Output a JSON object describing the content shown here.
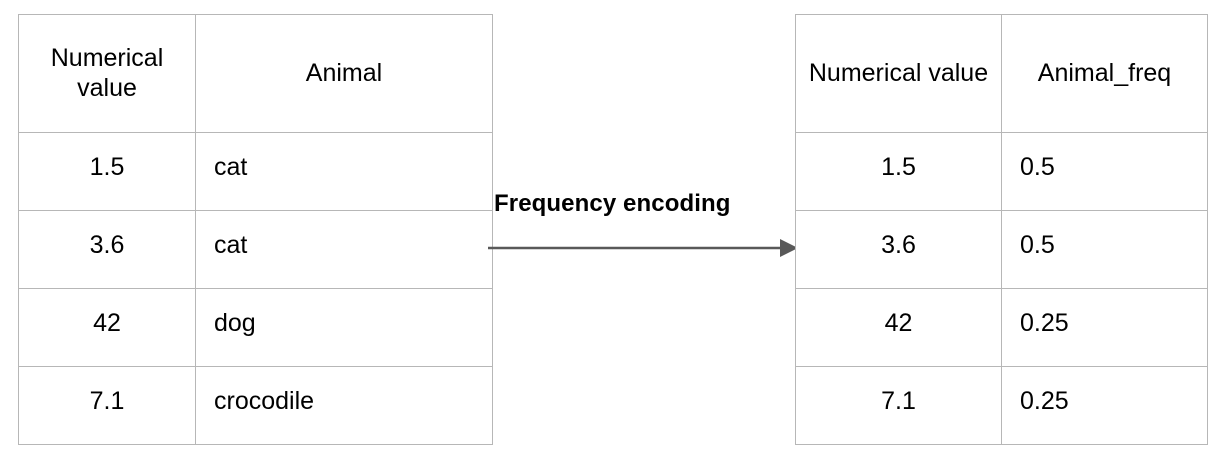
{
  "diagram": {
    "title": "Frequency encoding",
    "arrow": {
      "label": "Frequency encoding",
      "direction": "left-to-right",
      "color": "#595959",
      "icon": "arrow-right-icon"
    },
    "border_color": "#b7b7b7",
    "text_color": "#000000",
    "background": "#ffffff"
  },
  "source_table": {
    "name": "input-table",
    "headers": [
      "Numerical value",
      "Animal"
    ],
    "rows": [
      {
        "numerical_value": "1.5",
        "animal": "cat"
      },
      {
        "numerical_value": "3.6",
        "animal": "cat"
      },
      {
        "numerical_value": "42",
        "animal": "dog"
      },
      {
        "numerical_value": "7.1",
        "animal": "crocodile"
      }
    ]
  },
  "result_table": {
    "name": "output-table",
    "headers": [
      "Numerical value",
      "Animal_freq"
    ],
    "rows": [
      {
        "numerical_value": "1.5",
        "animal_freq": "0.5"
      },
      {
        "numerical_value": "3.6",
        "animal_freq": "0.5"
      },
      {
        "numerical_value": "42",
        "animal_freq": "0.25"
      },
      {
        "numerical_value": "7.1",
        "animal_freq": "0.25"
      }
    ]
  }
}
